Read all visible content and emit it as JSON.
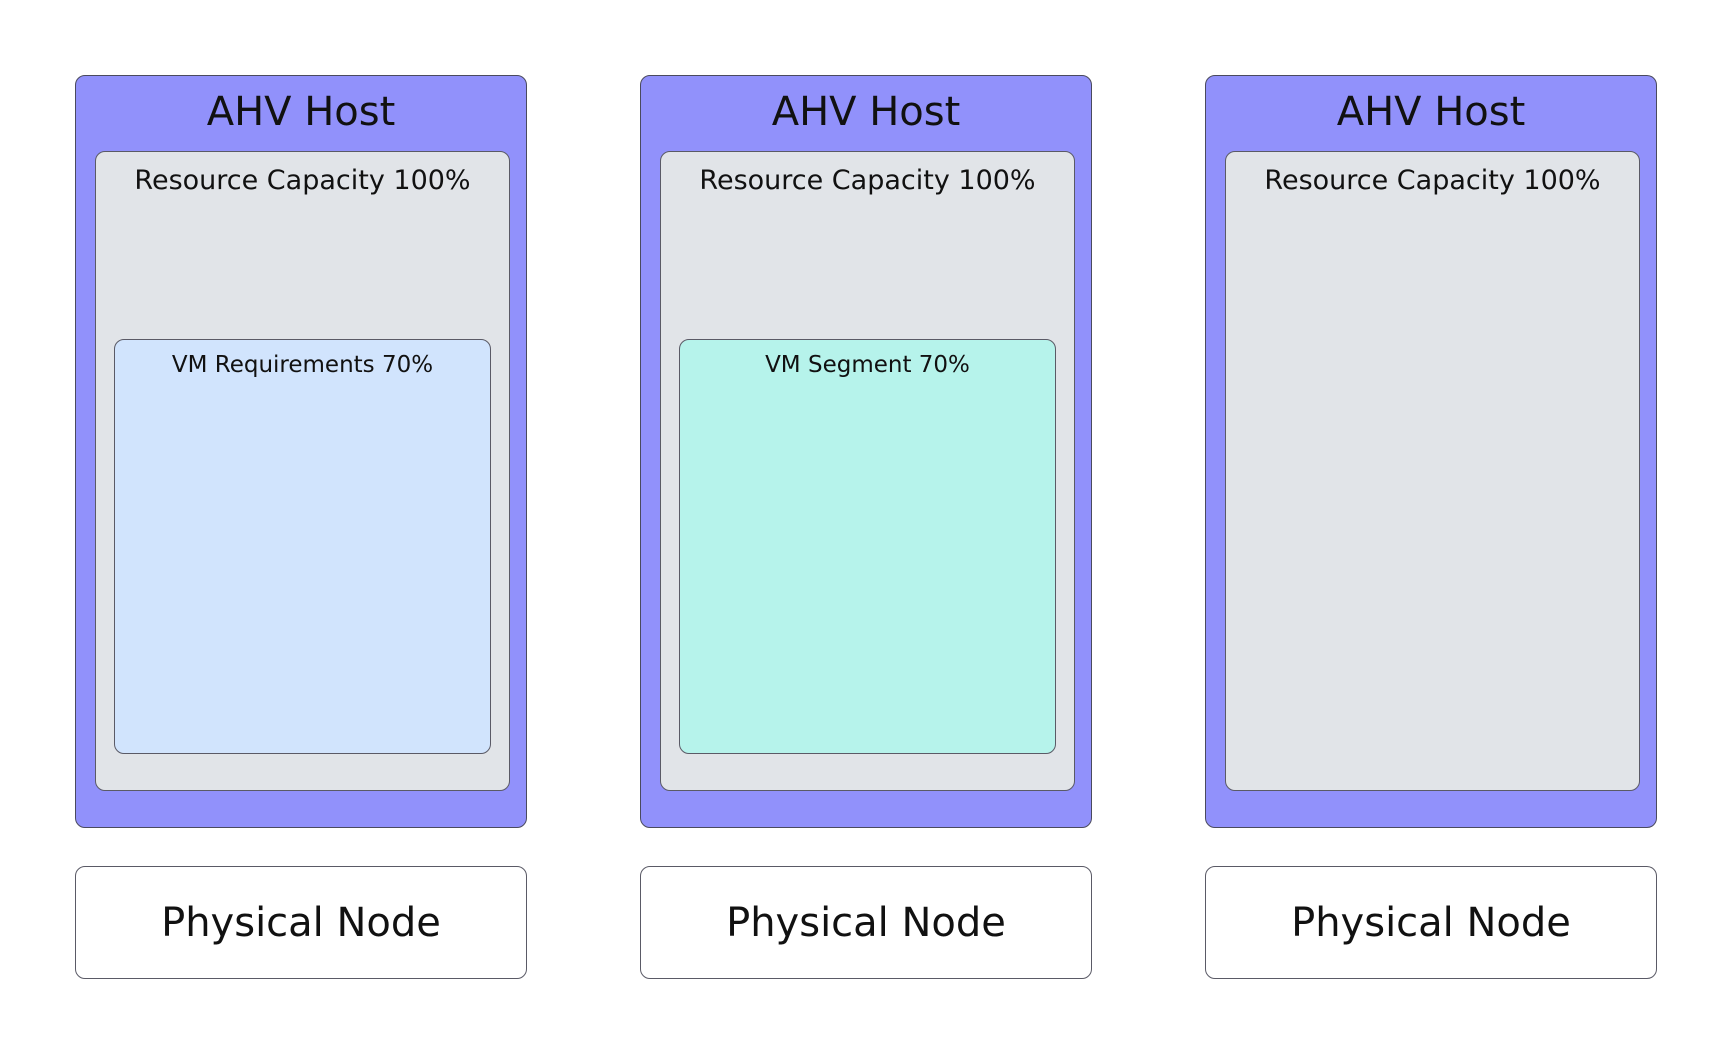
{
  "hosts": [
    {
      "title": "AHV Host",
      "capacity_label": "Resource Capacity 100%",
      "vm_label": "VM Requirements 70%",
      "node_label": "Physical Node"
    },
    {
      "title": "AHV Host",
      "capacity_label": "Resource Capacity 100%",
      "vm_label": "VM Segment 70%",
      "node_label": "Physical Node"
    },
    {
      "title": "AHV Host",
      "capacity_label": "Resource Capacity 100%",
      "node_label": "Physical Node"
    }
  ],
  "colors": {
    "host_fill": "#9191fb",
    "capacity_fill": "#e1e4e8",
    "vm_requirements_fill": "#d1e4fd",
    "vm_segment_fill": "#b6f3eb",
    "node_fill": "#ffffff"
  }
}
